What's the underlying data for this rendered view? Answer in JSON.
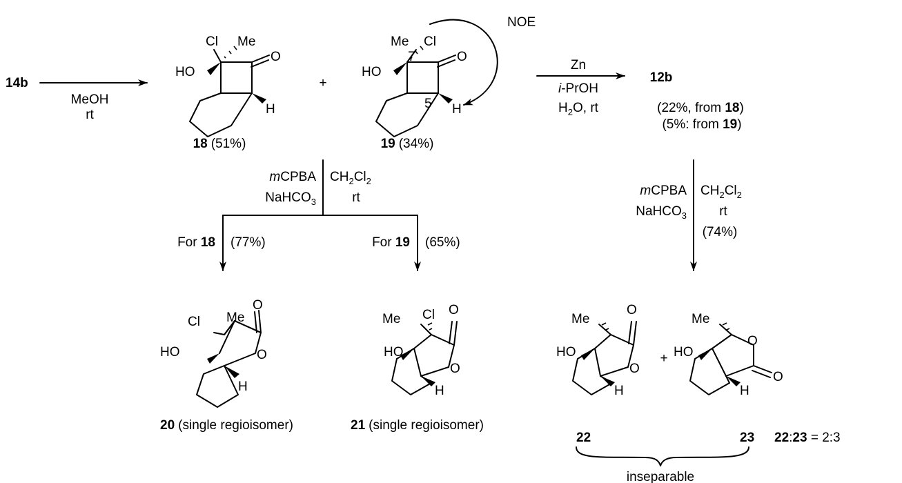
{
  "start": {
    "compound": "14b",
    "reagent": "MeOH",
    "conditions": "rt"
  },
  "c18": {
    "cl": "Cl",
    "me": "Me",
    "ho": "HO",
    "o": "O",
    "h": "H",
    "id": "18",
    "yield": "(51%)"
  },
  "plus": "+",
  "c19": {
    "me": "Me",
    "cl": "Cl",
    "c7": "7",
    "ho": "HO",
    "o": "O",
    "c5": "5",
    "h": "H",
    "id": "19",
    "yield": "(34%)",
    "noe": "NOE"
  },
  "zn_step": {
    "reagent": "Zn",
    "solvent1_prefix": "i",
    "solvent1_rest": "-PrOH",
    "solvent2_a": "H",
    "solvent2_sub": "2",
    "solvent2_b": "O, rt",
    "product": "12b",
    "yield1_pre": "(22%, from ",
    "yield1_cmp": "18",
    "yield1_post": ")",
    "yield2_pre": "(5%: from ",
    "yield2_cmp": "19",
    "yield2_post": ")"
  },
  "ox_left": {
    "ox_prefix": "m",
    "ox_rest": "CPBA",
    "base_a": "NaHCO",
    "base_sub": "3",
    "solv_a": "CH",
    "solv_sub1": "2",
    "solv_b": "Cl",
    "solv_sub2": "2",
    "temp": "rt",
    "for18_pre": "For ",
    "for18_cmp": "18",
    "for18_yield": "(77%)",
    "for19_pre": "For ",
    "for19_cmp": "19",
    "for19_yield": "(65%)"
  },
  "ox_right": {
    "ox_prefix": "m",
    "ox_rest": "CPBA",
    "base_a": "NaHCO",
    "base_sub": "3",
    "solv_a": "CH",
    "solv_sub1": "2",
    "solv_b": "Cl",
    "solv_sub2": "2",
    "temp": "rt",
    "yield": "(74%)"
  },
  "c20": {
    "cl": "Cl",
    "me": "Me",
    "o_carbonyl": "O",
    "ho": "HO",
    "o_ring": "O",
    "h": "H",
    "id": "20",
    "note": "(single regioisomer)"
  },
  "c21": {
    "me": "Me",
    "cl": "Cl",
    "o_carbonyl": "O",
    "ho": "HO",
    "o_ring": "O",
    "h": "H",
    "id": "21",
    "note": "(single regioisomer)"
  },
  "c22": {
    "me": "Me",
    "o_carbonyl": "O",
    "ho": "HO",
    "o_ring": "O",
    "h": "H",
    "id": "22"
  },
  "c23": {
    "me": "Me",
    "o_ring": "O",
    "ho": "HO",
    "o_carbonyl": "O",
    "h": "H",
    "id": "23"
  },
  "ratio": {
    "a": "22",
    "sep": ":",
    "b": "23",
    "value": " = 2:3"
  },
  "inseparable": "inseparable"
}
